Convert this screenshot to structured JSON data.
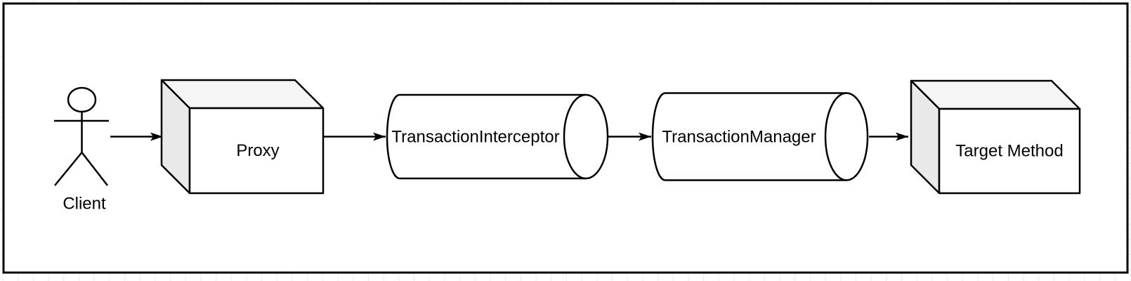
{
  "colors": {
    "stroke": "#000000",
    "canvas_bg": "#ffffff",
    "shape_fill": "#ffffff",
    "cube_top": "#f5f5f5",
    "cube_side": "#e9e9e9",
    "grid_line": "#ececec",
    "text_color": "#000000"
  },
  "diagram": {
    "nodes": {
      "client": {
        "label": "Client",
        "shape": "actor"
      },
      "proxy": {
        "label": "Proxy",
        "shape": "cube"
      },
      "interceptor": {
        "label": "TransactionInterceptor",
        "shape": "cylinder"
      },
      "manager": {
        "label": "TransactionManager",
        "shape": "cylinder"
      },
      "target": {
        "label": "Target Method",
        "shape": "cube"
      }
    },
    "edges": [
      {
        "from": "client",
        "to": "proxy"
      },
      {
        "from": "proxy",
        "to": "interceptor"
      },
      {
        "from": "interceptor",
        "to": "manager"
      },
      {
        "from": "manager",
        "to": "target"
      }
    ]
  }
}
